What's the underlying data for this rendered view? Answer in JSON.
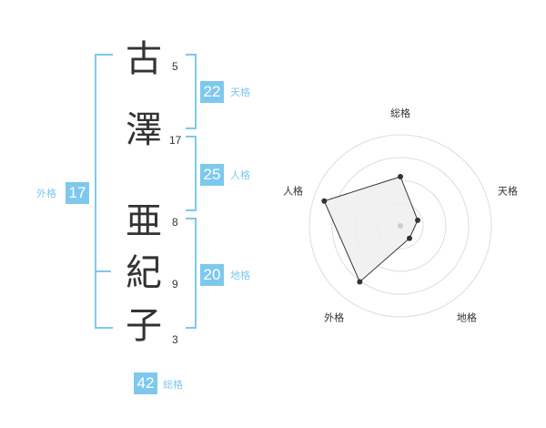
{
  "name": {
    "characters": [
      {
        "char": "古",
        "strokes": "5"
      },
      {
        "char": "澤",
        "strokes": "17"
      },
      {
        "char": "亜",
        "strokes": "8"
      },
      {
        "char": "紀",
        "strokes": "9"
      },
      {
        "char": "子",
        "strokes": "3"
      }
    ]
  },
  "fortune": {
    "tenkaku": {
      "value": "22",
      "label": "天格"
    },
    "jinkaku": {
      "value": "25",
      "label": "人格"
    },
    "chikaku": {
      "value": "20",
      "label": "地格"
    },
    "gaikaku": {
      "value": "17",
      "label": "外格"
    },
    "soukaku": {
      "value": "42",
      "label": "総格"
    }
  },
  "radar": {
    "axes": [
      "総格",
      "天格",
      "地格",
      "外格",
      "人格"
    ],
    "rings": 4,
    "values": [
      0.54,
      0.2,
      0.17,
      0.76,
      0.88
    ],
    "colors": {
      "accent": "#7ec8ee",
      "fill": "#eeeeee",
      "line": "#333333",
      "grid": "#dddddd",
      "center": "#cccccc"
    }
  }
}
